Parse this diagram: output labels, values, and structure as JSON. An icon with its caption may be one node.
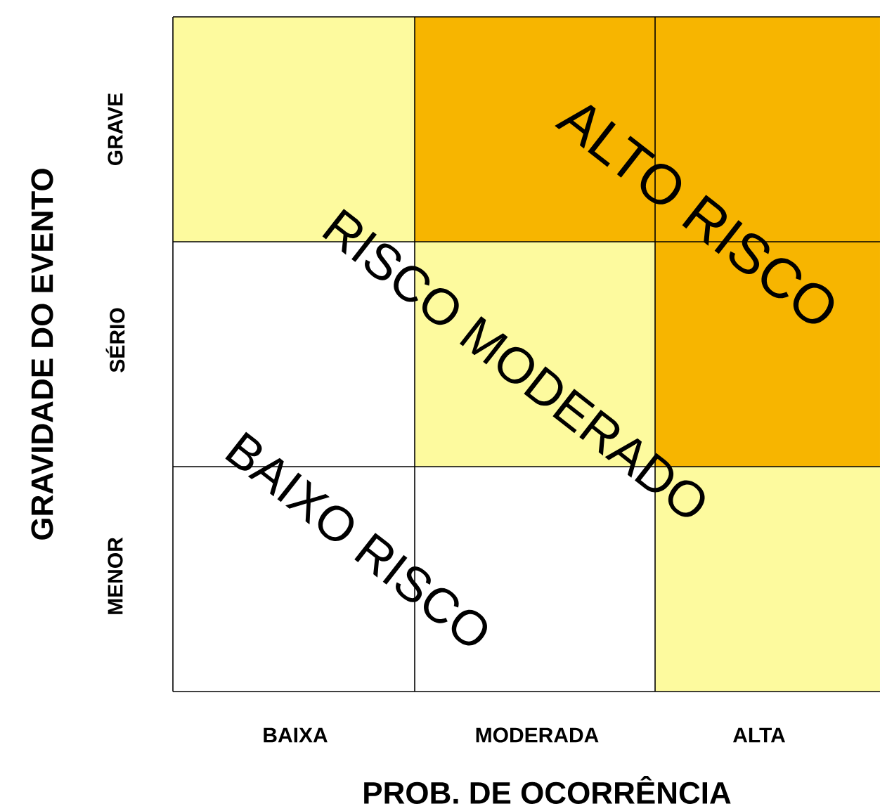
{
  "diagram": {
    "labels": [
      "ALTO RISCO",
      "GRAVIDADE DO EVENTO",
      "GRAVE",
      "RISCO MODERADO",
      "SÉRIO",
      "BAIXO RISCO",
      "MENOR",
      "BAIXA",
      "MODERADA",
      "ALTA",
      "PROB. DE OCORRÊNCIA"
    ]
  }
}
